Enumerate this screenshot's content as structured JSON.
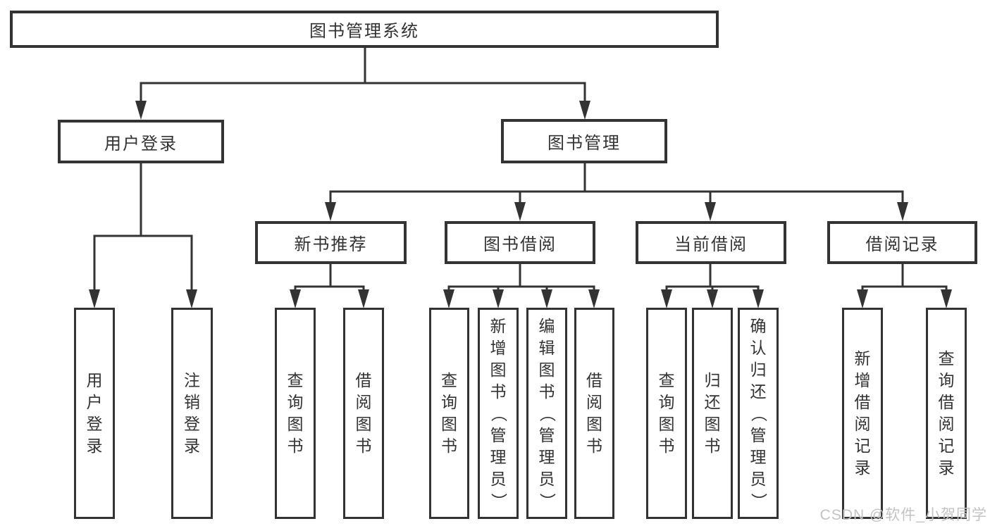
{
  "watermark": "CSDN @软件_小贺同学",
  "colors": {
    "line": "#333333",
    "box_border": "#333333",
    "box_background": "#ffffff",
    "text": "#333333",
    "watermark": "#c3c3c3"
  },
  "diagram": {
    "type": "hierarchy-tree",
    "nodes": {
      "root": "图书管理系统",
      "user_login": "用户登录",
      "book_mgmt": "图书管理",
      "new_book_rec": "新书推荐",
      "book_borrow": "图书借阅",
      "current_borrow": "当前借阅",
      "borrow_records": "借阅记录",
      "leaves": {
        "user_login_action": "用户登录",
        "logout": "注销登录",
        "rec_query_books": "查询图书",
        "rec_borrow_books": "借阅图书",
        "borrow_query_books": "查询图书",
        "borrow_add_books_admin": "新增图书（管理员）",
        "borrow_edit_books_admin": "编辑图书（管理员）",
        "borrow_borrow_books": "借阅图书",
        "current_query_books": "查询图书",
        "current_return_books": "归还图书",
        "current_confirm_return_admin": "确认归还（管理员）",
        "records_add_record": "新增借阅记录",
        "records_query_record": "查询借阅记录"
      }
    },
    "edges": [
      "图书管理系统 -> 用户登录",
      "图书管理系统 -> 图书管理",
      "用户登录 -> 用户登录(叶)",
      "用户登录 -> 注销登录",
      "图书管理 -> 新书推荐",
      "图书管理 -> 图书借阅",
      "图书管理 -> 当前借阅",
      "图书管理 -> 借阅记录",
      "新书推荐 -> 查询图书",
      "新书推荐 -> 借阅图书",
      "图书借阅 -> 查询图书",
      "图书借阅 -> 新增图书（管理员）",
      "图书借阅 -> 编辑图书（管理员）",
      "图书借阅 -> 借阅图书",
      "当前借阅 -> 查询图书",
      "当前借阅 -> 归还图书",
      "当前借阅 -> 确认归还（管理员）",
      "借阅记录 -> 新增借阅记录",
      "借阅记录 -> 查询借阅记录"
    ]
  }
}
